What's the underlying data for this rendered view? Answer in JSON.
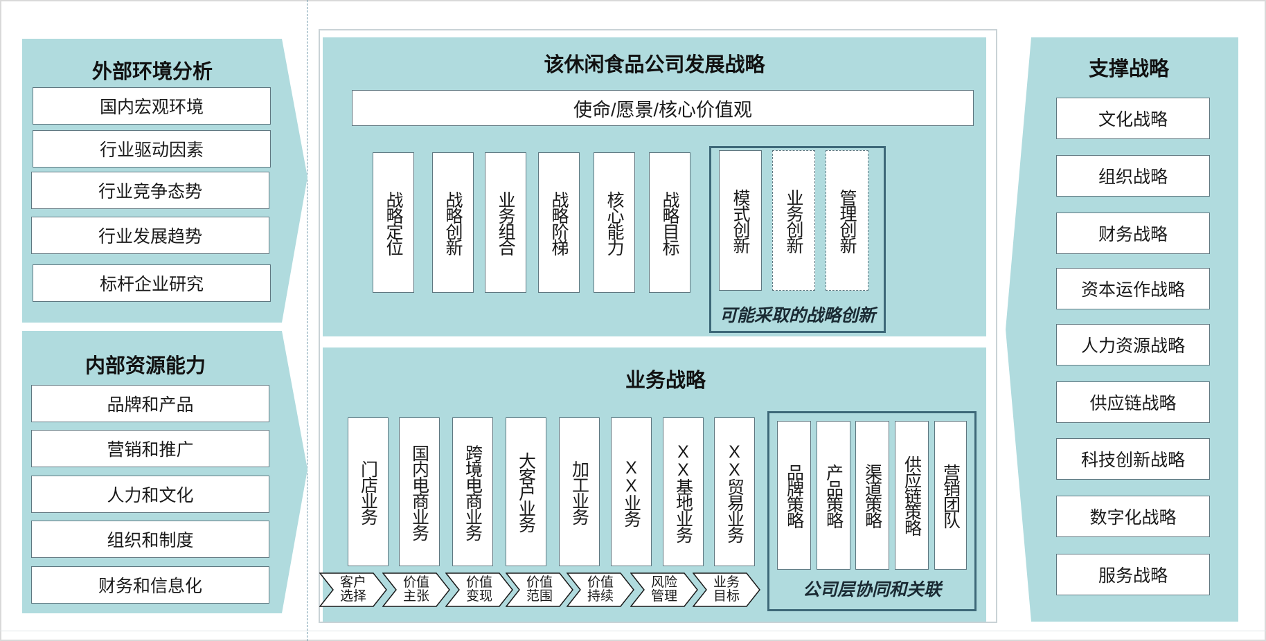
{
  "external_panel": {
    "title": "外部环境分析",
    "items": [
      "国内宏观环境",
      "行业驱动因素",
      "行业竞争态势",
      "行业发展趋势",
      "标杆企业研究"
    ]
  },
  "internal_panel": {
    "title": "内部资源能力",
    "items": [
      "品牌和产品",
      "营销和推广",
      "人力和文化",
      "组织和制度",
      "财务和信息化"
    ]
  },
  "strategy_panel": {
    "title": "该休闲食品公司发展战略",
    "mission": "使命/愿景/核心价值观",
    "pillars": [
      "战略定位",
      "战略创新",
      "业务组合",
      "战略阶梯",
      "核心能力",
      "战略目标"
    ],
    "innovations": [
      "模式创新",
      "业务创新",
      "管理创新"
    ],
    "innovation_caption": "可能采取的战略创新"
  },
  "business_panel": {
    "title": "业务战略",
    "businesses": [
      "门店业务",
      "国内电商业务",
      "跨境电商业务",
      "大客户业务",
      "加工业务",
      "XX业务",
      "XX基地业务",
      "XX贸易业务"
    ],
    "steps": [
      "客户选择",
      "价值主张",
      "价值变现",
      "价值范围",
      "价值持续",
      "风险管理",
      "业务目标"
    ],
    "synergy": [
      "品牌策略",
      "产品策略",
      "渠道策略",
      "供应链策略",
      "营销团队"
    ],
    "synergy_caption": "公司层协同和关联"
  },
  "support_panel": {
    "title": "支撑战略",
    "items": [
      "文化战略",
      "组织战略",
      "财务战略",
      "资本运作战略",
      "人力资源战略",
      "供应链战略",
      "科技创新战略",
      "数字化战略",
      "服务战略"
    ]
  },
  "colors": {
    "panel": "#b0dbde",
    "border": "#5f7780",
    "group_border": "#3d6878"
  }
}
